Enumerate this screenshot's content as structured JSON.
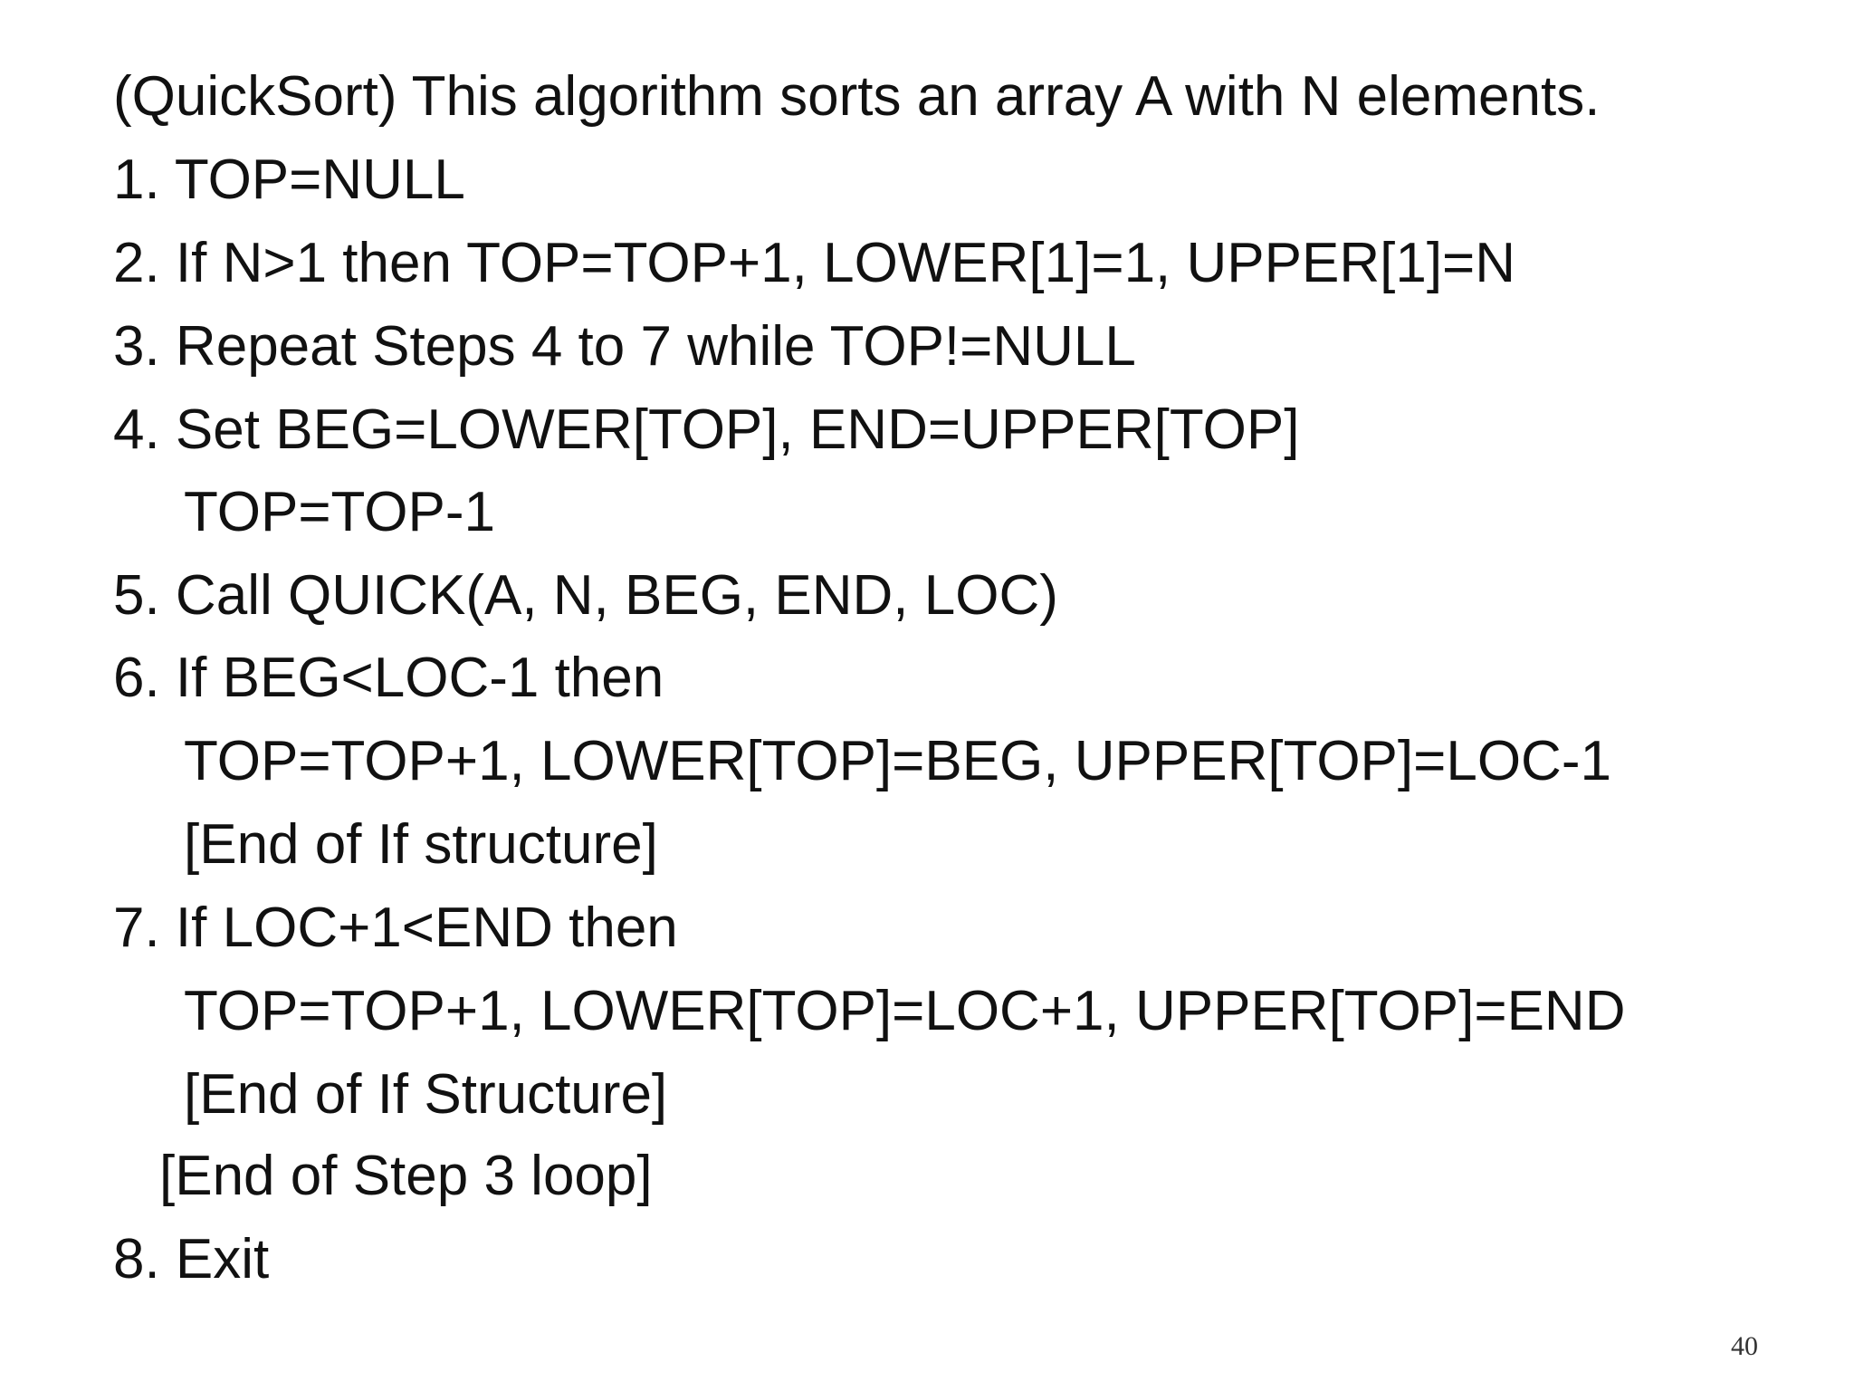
{
  "slide": {
    "title": "(QuickSort) This algorithm sorts an array A with N elements.",
    "steps": [
      "1. TOP=NULL",
      "2. If N>1 then TOP=TOP+1, LOWER[1]=1, UPPER[1]=N",
      "3. Repeat Steps 4 to 7 while TOP!=NULL",
      "4. Set BEG=LOWER[TOP], END=UPPER[TOP]",
      "TOP=TOP-1",
      "5. Call QUICK(A, N, BEG, END, LOC)",
      "6. If BEG<LOC-1 then",
      "TOP=TOP+1, LOWER[TOP]=BEG, UPPER[TOP]=LOC-1",
      "[End of If structure]",
      "7. If LOC+1<END then",
      "TOP=TOP+1, LOWER[TOP]=LOC+1, UPPER[TOP]=END",
      "[End of If Structure]",
      "[End of Step 3 loop]",
      "8. Exit"
    ],
    "page_number": "40"
  }
}
